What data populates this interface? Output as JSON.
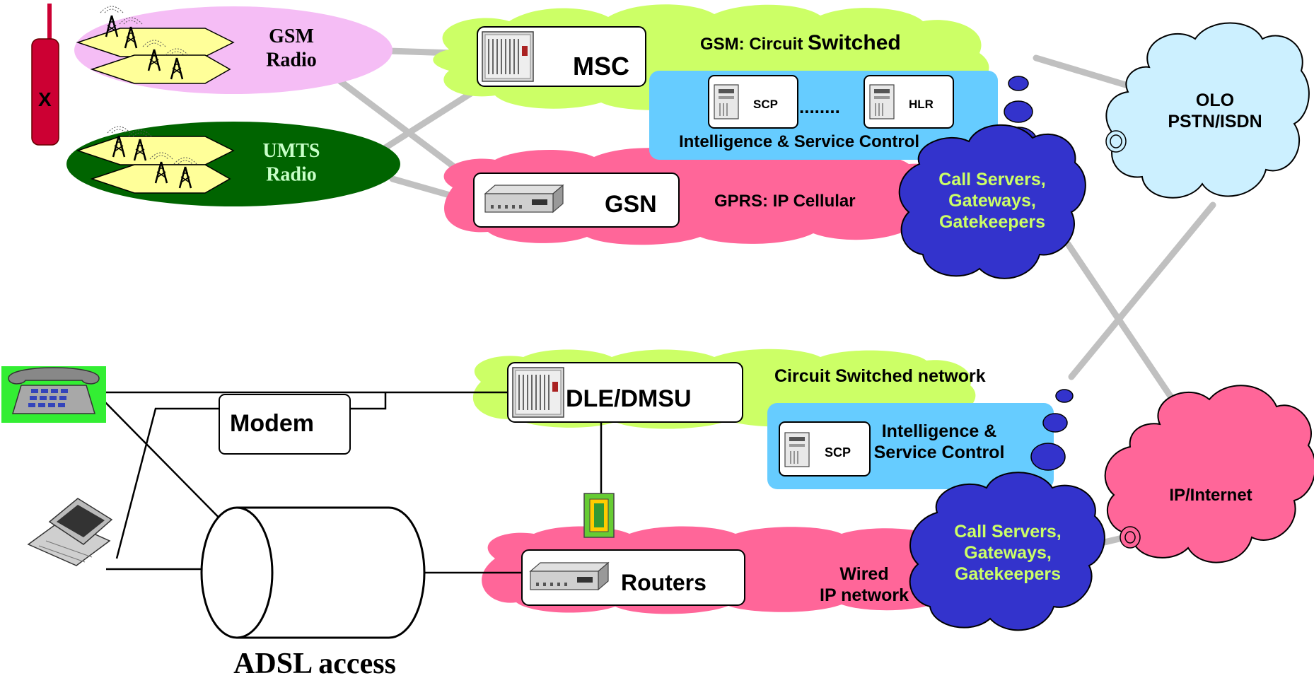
{
  "colors": {
    "gsm_radio": "#f5bdf5",
    "umts_radio": "#006400",
    "umts_text": "#c8ffc8",
    "gsm_cloud": "#ccff66",
    "intelligence_box": "#66ccff",
    "gprs_cloud": "#ff6699",
    "call_server_cloud": "#3333cc",
    "call_server_text": "#ccff66",
    "olo_cloud": "#ccf0ff",
    "ip_internet_cloud": "#ff6699",
    "phone_body": "#cc0033",
    "links": "#c0c0c0"
  },
  "mobile": {
    "gsm_radio_label": "GSM\nRadio",
    "umts_radio_label": "UMTS\nRadio",
    "handset_mark": "X",
    "msc_label": "MSC",
    "gsn_label": "GSN",
    "gsm_network_prefix": "GSM: Circuit ",
    "gsm_network_suffix": "Switched",
    "scp_label": "SCP",
    "hlr_label": "HLR",
    "dots": "........",
    "intelligence_label": "Intelligence & Service Control",
    "gprs_label": "GPRS: IP Cellular",
    "call_servers_label": "Call Servers,\nGateways,\nGatekeepers"
  },
  "olo": {
    "label": "OLO\nPSTN/ISDN"
  },
  "fixed": {
    "modem_label": "Modem",
    "dle_label": "DLE/DMSU",
    "circuit_label": "Circuit Switched network",
    "intelligence_label": "Intelligence &\nService Control",
    "scp_label": "SCP",
    "routers_label": "Routers",
    "wired_ip_label": "Wired\nIP network",
    "call_servers_label": "Call Servers,\nGateways,\nGatekeepers",
    "adsl_label": "ADSL access"
  },
  "internet": {
    "label": "IP/Internet"
  },
  "icons": {
    "handset": "mobile-phone-icon",
    "towers": "cell-tower-icon",
    "rack": "switch-rack-icon",
    "router_box": "router-icon",
    "server": "server-icon",
    "desk_phone": "desk-phone-icon",
    "laptop": "laptop-icon",
    "adsl_pipe": "adsl-cylinder-icon",
    "splitter": "splitter-icon"
  }
}
